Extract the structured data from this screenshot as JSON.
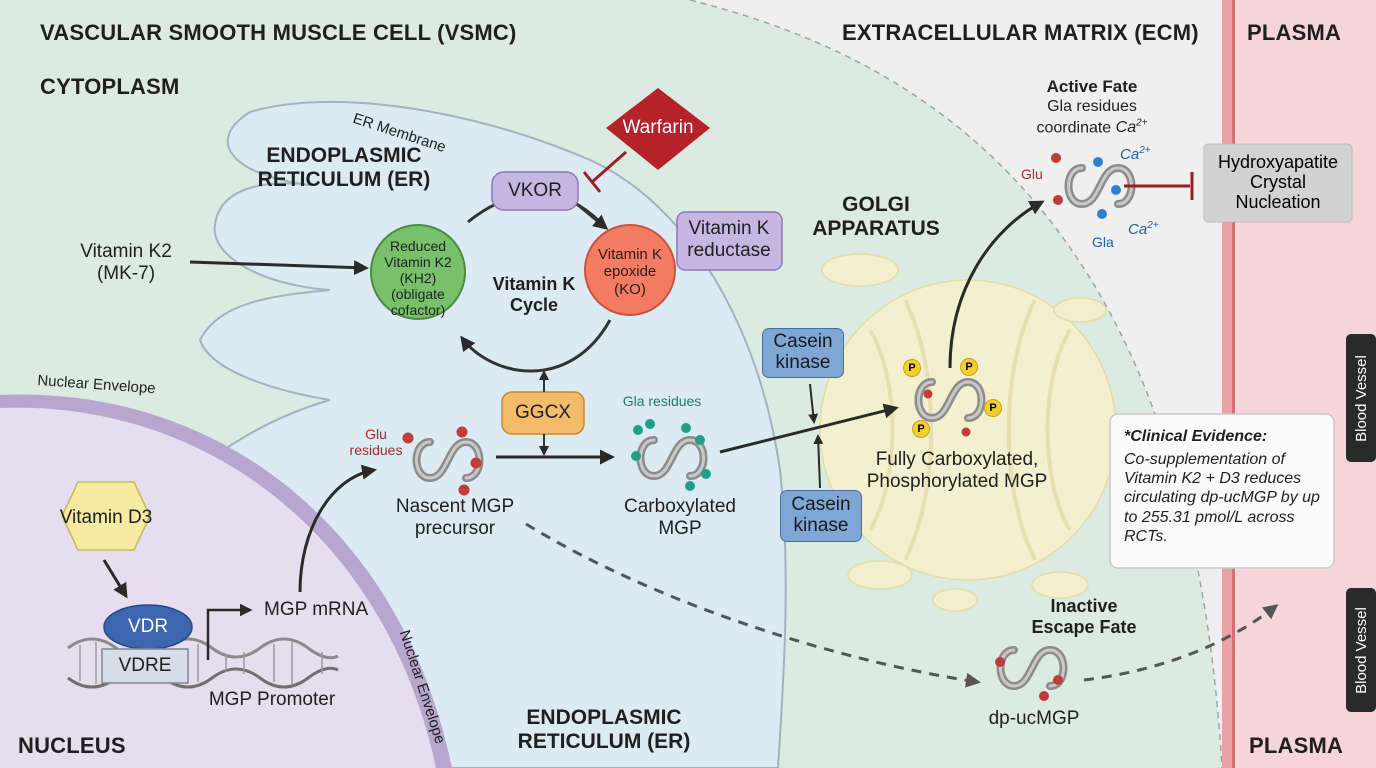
{
  "regions": {
    "vsmc_title": "VASCULAR SMOOTH MUSCLE CELL (VSMC)",
    "cytoplasm": "CYTOPLASM",
    "ecm": "EXTRACELLULAR MATRIX (ECM)",
    "plasma_top": "PLASMA",
    "plasma_bottom": "PLASMA",
    "nucleus": "NUCLEUS",
    "er_title_top": "ENDOPLASMIC RETICULUM (ER)",
    "er_title_bottom": "ENDOPLASMIC RETICULUM (ER)",
    "golgi": "GOLGI APPARATUS",
    "blood_vessel_1": "Blood Vessel",
    "blood_vessel_2": "Blood Vessel"
  },
  "membranes": {
    "er_membrane": "ER Membrane",
    "nuclear_envelope_1": "Nuclear Envelope",
    "nuclear_envelope_2": "Nuclear Envelope"
  },
  "inputs": {
    "vitamin_k2": "Vitamin K2 (MK-7)",
    "vitamin_d3": "Vitamin D3",
    "warfarin": "Warfarin"
  },
  "cycle": {
    "reduced_k2": "Reduced Vitamin K2 (KH2) (obligate cofactor)",
    "epoxide": "Vitamin K epoxide (KO)",
    "center": "Vitamin K Cycle",
    "vkor": "VKOR",
    "reductase": "Vitamin K reductase",
    "ggcx": "GGCX"
  },
  "gene": {
    "vdr": "VDR",
    "vdre": "VDRE",
    "promoter": "MGP Promoter",
    "mrna": "MGP mRNA"
  },
  "mgp": {
    "glu_residues": "Glu residues",
    "nascent": "Nascent MGP precursor",
    "gla_residues": "Gla residues",
    "carboxylated": "Carboxylated MGP",
    "casein_kinase_top": "Casein kinase",
    "casein_kinase_bottom": "Casein kinase",
    "full": "Fully Carboxylated, Phosphorylated MGP",
    "p": "P"
  },
  "fates": {
    "active_title": "Active Fate",
    "active_desc1": "Gla residues",
    "active_desc2": "coordinate",
    "ca_base": "Ca",
    "ca_sup": "2+",
    "glu": "Glu",
    "gla": "Gla",
    "hydroxyapatite": "Hydroxyapatite Crystal Nucleation",
    "inactive_title": "Inactive Escape Fate",
    "dp_ucmgp": "dp-ucMGP"
  },
  "evidence": {
    "title": "*Clinical Evidence:",
    "body": "Co-supplementation of Vitamin K2 + D3 reduces circulating dp-ucMGP by up to 255.31 pmol/L across RCTs."
  },
  "colors": {
    "cytoplasm": "#dcebe2",
    "er": "#dceaf4",
    "nucleus": "#e6ddef",
    "plasma": "#f6d5d8",
    "vessel_wall": "#e8a2a8",
    "golgi": "#f4efce",
    "reduced_k2": "#79c06a",
    "epoxide": "#f47c63",
    "enzyme_purple": "#c8b6e2",
    "ggcx": "#f4bb6a",
    "kinase": "#7fa7d6",
    "warfarin": "#b5222a",
    "vitamin_d3": "#f6e9a0",
    "phosphate": "#f2cf2d",
    "glu_dot": "#c23b3b",
    "gla_dot": "#1f9e8a"
  }
}
